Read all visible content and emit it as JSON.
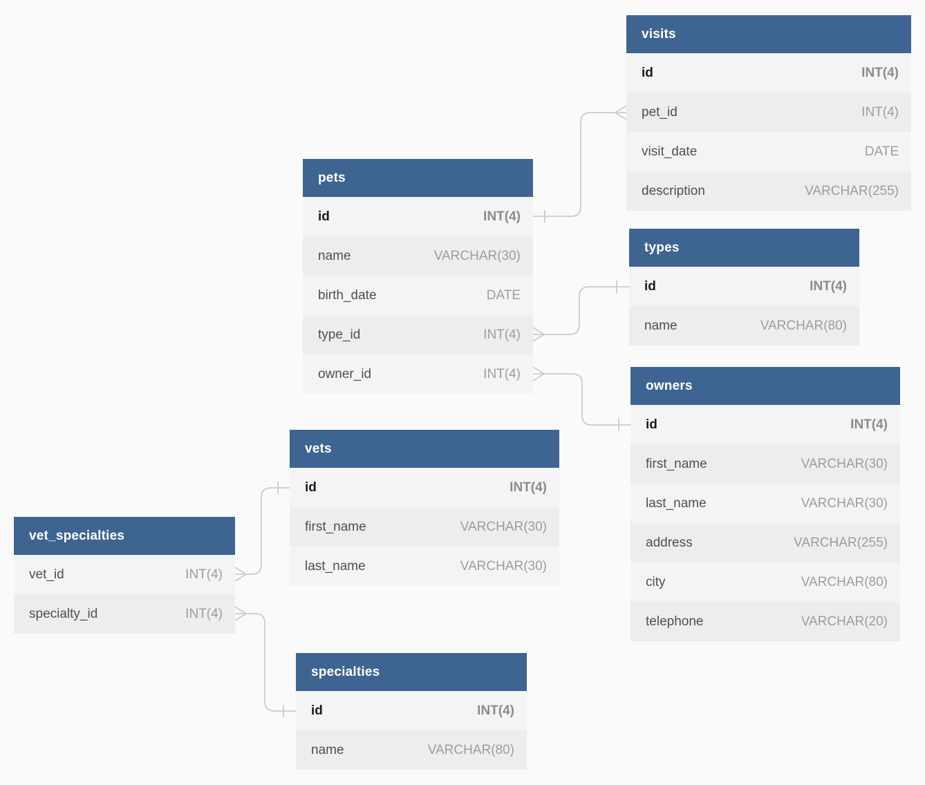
{
  "diagram": {
    "type": "entity-relationship",
    "colors": {
      "header_bg": "#3e6491",
      "header_text": "#ffffff",
      "row_bg": "#f4f4f4",
      "row_alt_bg": "#ededed",
      "pk_text": "#1a1a1a",
      "field_text": "#4f4f4f",
      "type_text": "#9d9d9d",
      "connector": "#c9cbcd",
      "canvas_bg": "#fafafa"
    },
    "tables": [
      {
        "title": "visits",
        "fields": [
          {
            "name": "id",
            "type": "INT(4)",
            "pk": true
          },
          {
            "name": "pet_id",
            "type": "INT(4)",
            "pk": false
          },
          {
            "name": "visit_date",
            "type": "DATE",
            "pk": false
          },
          {
            "name": "description",
            "type": "VARCHAR(255)",
            "pk": false
          }
        ]
      },
      {
        "title": "pets",
        "fields": [
          {
            "name": "id",
            "type": "INT(4)",
            "pk": true
          },
          {
            "name": "name",
            "type": "VARCHAR(30)",
            "pk": false
          },
          {
            "name": "birth_date",
            "type": "DATE",
            "pk": false
          },
          {
            "name": "type_id",
            "type": "INT(4)",
            "pk": false
          },
          {
            "name": "owner_id",
            "type": "INT(4)",
            "pk": false
          }
        ]
      },
      {
        "title": "types",
        "fields": [
          {
            "name": "id",
            "type": "INT(4)",
            "pk": true
          },
          {
            "name": "name",
            "type": "VARCHAR(80)",
            "pk": false
          }
        ]
      },
      {
        "title": "owners",
        "fields": [
          {
            "name": "id",
            "type": "INT(4)",
            "pk": true
          },
          {
            "name": "first_name",
            "type": "VARCHAR(30)",
            "pk": false
          },
          {
            "name": "last_name",
            "type": "VARCHAR(30)",
            "pk": false
          },
          {
            "name": "address",
            "type": "VARCHAR(255)",
            "pk": false
          },
          {
            "name": "city",
            "type": "VARCHAR(80)",
            "pk": false
          },
          {
            "name": "telephone",
            "type": "VARCHAR(20)",
            "pk": false
          }
        ]
      },
      {
        "title": "vets",
        "fields": [
          {
            "name": "id",
            "type": "INT(4)",
            "pk": true
          },
          {
            "name": "first_name",
            "type": "VARCHAR(30)",
            "pk": false
          },
          {
            "name": "last_name",
            "type": "VARCHAR(30)",
            "pk": false
          }
        ]
      },
      {
        "title": "vet_specialties",
        "fields": [
          {
            "name": "vet_id",
            "type": "INT(4)",
            "pk": false
          },
          {
            "name": "specialty_id",
            "type": "INT(4)",
            "pk": false
          }
        ]
      },
      {
        "title": "specialties",
        "fields": [
          {
            "name": "id",
            "type": "INT(4)",
            "pk": true
          },
          {
            "name": "name",
            "type": "VARCHAR(80)",
            "pk": false
          }
        ]
      }
    ],
    "relationships": [
      {
        "one": "pets.id",
        "many": "visits.pet_id"
      },
      {
        "one": "types.id",
        "many": "pets.type_id"
      },
      {
        "one": "owners.id",
        "many": "pets.owner_id"
      },
      {
        "one": "vets.id",
        "many": "vet_specialties.vet_id"
      },
      {
        "one": "specialties.id",
        "many": "vet_specialties.specialty_id"
      }
    ]
  }
}
